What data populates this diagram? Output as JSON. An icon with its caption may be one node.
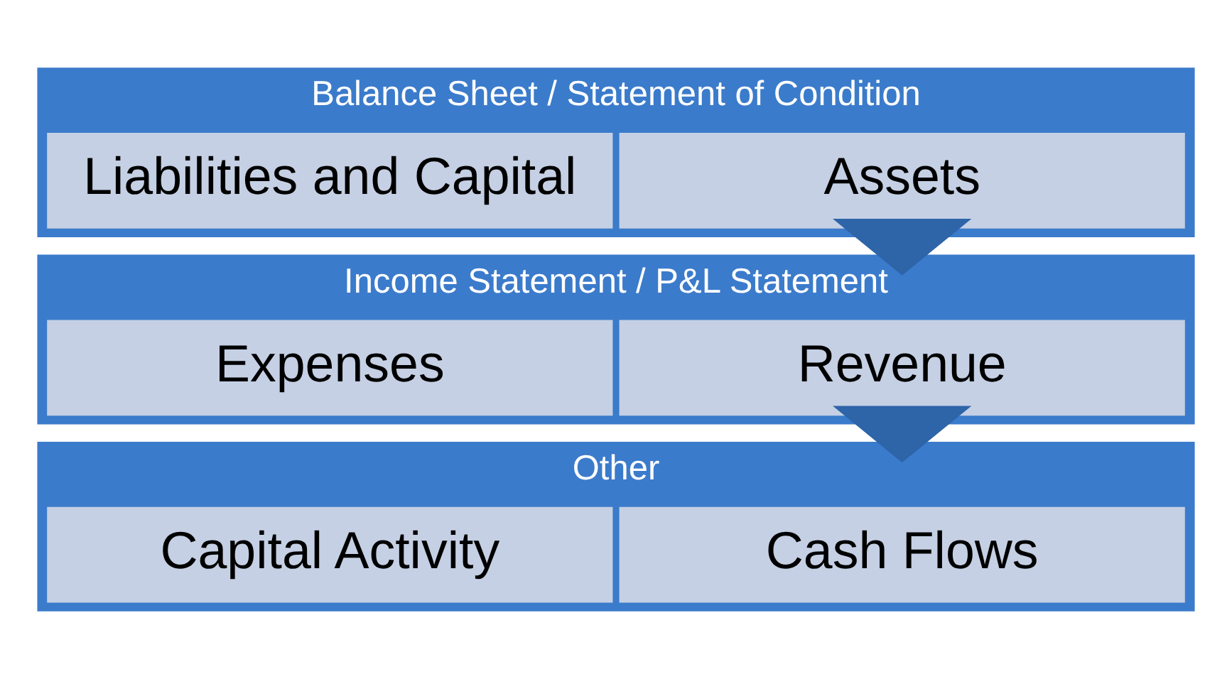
{
  "diagram": {
    "nodes": [
      {
        "text": [
          "Balance Sheet / Statement of Condition"
        ]
      },
      {
        "text": [
          "Assets"
        ],
        "in": 0
      },
      {
        "text": [
          "Liabilities and Capital"
        ],
        "in": 0
      },
      {
        "text": [
          "Income Statement / P&L Statement"
        ]
      },
      {
        "text": [
          "Revenue"
        ],
        "in": 3
      },
      {
        "text": [
          "Expenses"
        ],
        "in": 3
      },
      {
        "text": [
          "Other"
        ]
      },
      {
        "text": [
          "Cash Flows"
        ],
        "in": 6
      },
      {
        "text": [
          "Capital Activity"
        ],
        "in": 6
      }
    ],
    "edges": [
      {
        "from": 0,
        "to": 3,
        "arrow": "to",
        "style": "thick"
      },
      {
        "from": 3,
        "to": 6,
        "arrow": "to",
        "style": "thick"
      }
    ]
  }
}
